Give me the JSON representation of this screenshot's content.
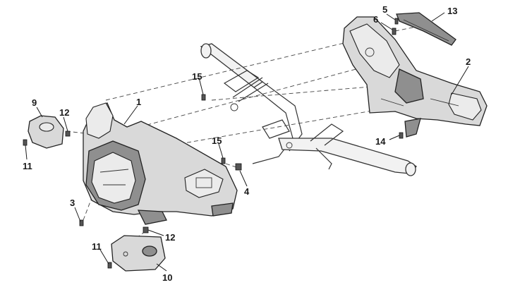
{
  "diagram": {
    "callouts": [
      {
        "id": "c1",
        "label": "1"
      },
      {
        "id": "c2",
        "label": "2"
      },
      {
        "id": "c3",
        "label": "3"
      },
      {
        "id": "c4",
        "label": "4"
      },
      {
        "id": "c5",
        "label": "5"
      },
      {
        "id": "c6",
        "label": "6"
      },
      {
        "id": "c9",
        "label": "9"
      },
      {
        "id": "c10",
        "label": "10"
      },
      {
        "id": "c11a",
        "label": "11"
      },
      {
        "id": "c11b",
        "label": "11"
      },
      {
        "id": "c12a",
        "label": "12"
      },
      {
        "id": "c12b",
        "label": "12"
      },
      {
        "id": "c13",
        "label": "13"
      },
      {
        "id": "c14",
        "label": "14"
      },
      {
        "id": "c15a",
        "label": "15"
      },
      {
        "id": "c15b",
        "label": "15"
      }
    ],
    "colors": {
      "line": "#1a1a1a",
      "part_fill": "#d9d9d9",
      "part_dark": "#8f8f8f",
      "background": "#ffffff"
    }
  }
}
